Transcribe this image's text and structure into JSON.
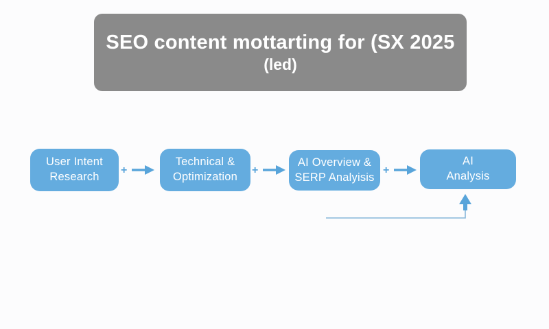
{
  "title": {
    "line1": "SEO content mottarting for (SX 2025",
    "line2": "(led)"
  },
  "flow": {
    "nodes": [
      {
        "id": "user-intent-research",
        "label": "User Intent\nResearch"
      },
      {
        "id": "technical-optimization",
        "label": "Technical &\nOptimization"
      },
      {
        "id": "ai-overview-serp",
        "label": "AI Overview &\nSERP Analyisis"
      },
      {
        "id": "ai-analysis",
        "label": "AI\nAnalysis"
      }
    ],
    "connector_plus": "+",
    "connector_arrow": "right-arrow",
    "feedback_arrow": "up-arrow-into-ai-analysis"
  },
  "colors": {
    "title_box_gray": "#8a8a8a",
    "node_blue": "#64acdf",
    "arrow_blue": "#58a4da",
    "feedback_line_blue": "#86b6da",
    "text_white": "#ffffff",
    "background": "#fcfcfd"
  }
}
